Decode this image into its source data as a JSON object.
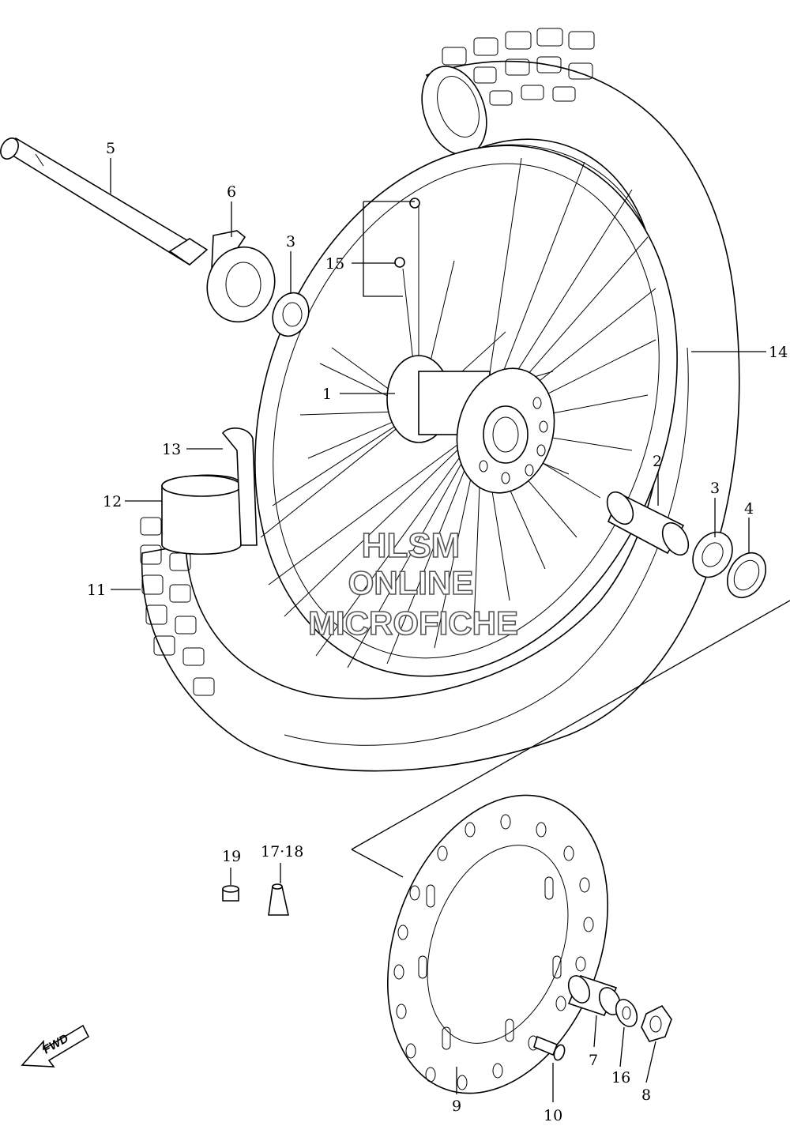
{
  "watermark": {
    "line1": "HLSM",
    "line2": "ONLINE",
    "line3": "MICROFICHE"
  },
  "fwd": {
    "label": "FWD"
  },
  "callouts": {
    "c1": "1",
    "c2": "2",
    "c3a": "3",
    "c3b": "3",
    "c4": "4",
    "c5": "5",
    "c6": "6",
    "c7": "7",
    "c8": "8",
    "c9": "9",
    "c10": "10",
    "c11": "11",
    "c12": "12",
    "c13": "13",
    "c14": "14",
    "c15": "15",
    "c16": "16",
    "c17_18": "17·18",
    "c19": "19"
  }
}
